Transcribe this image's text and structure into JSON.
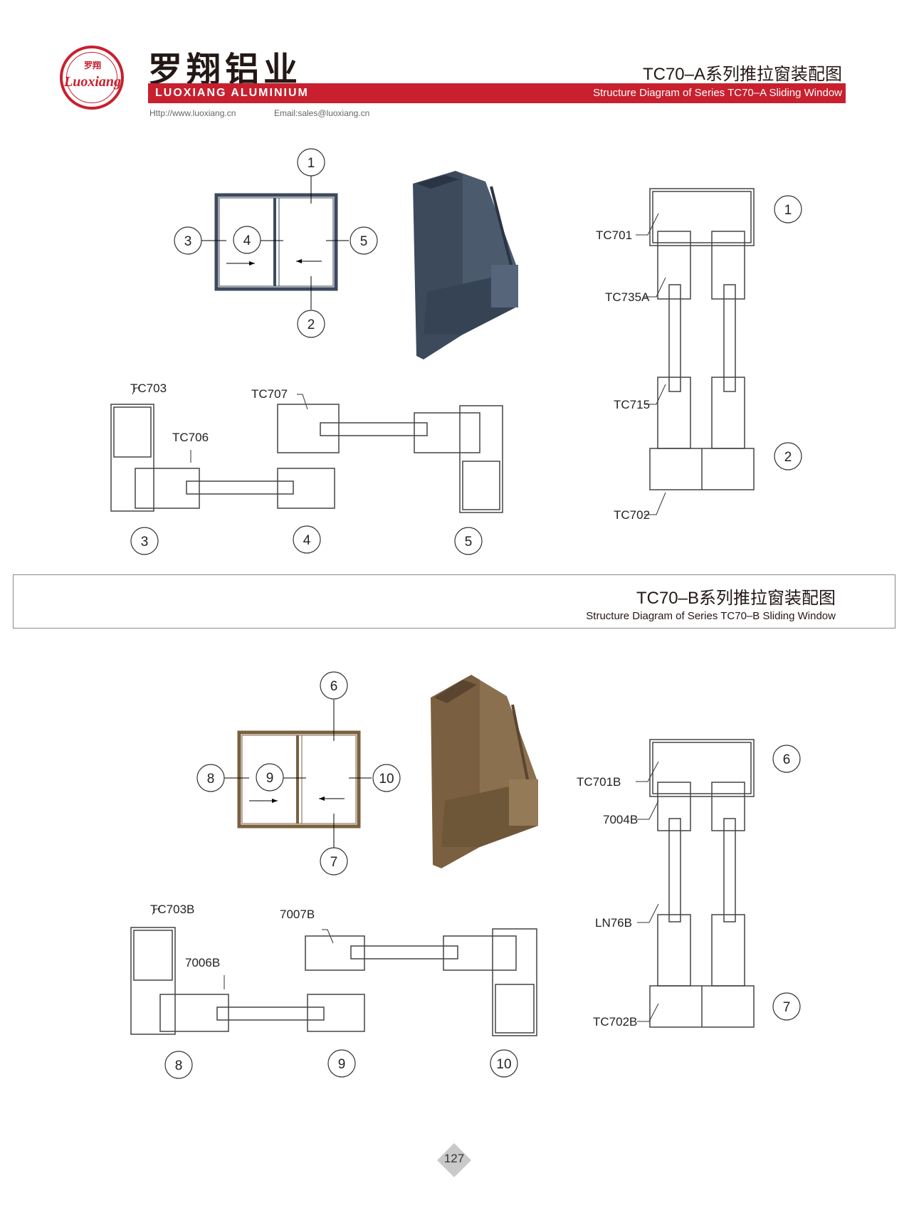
{
  "header": {
    "logo_cn": "罗翔",
    "logo_script": "Luoxiang",
    "brand_cn": "罗翔铝业",
    "brand_en": "LUOXIANG ALUMINIUM",
    "url": "Http://www.luoxiang.cn",
    "email": "Email:sales@luoxiang.cn"
  },
  "section_a": {
    "title_cn": "TC70–A系列推拉窗装配图",
    "title_en": "Structure Diagram of Series TC70–A Sliding Window",
    "profile_color": "#3d4a5c",
    "callouts": [
      "1",
      "2",
      "3",
      "4",
      "5"
    ],
    "labels": {
      "top": "TC701",
      "sash": "TC735A",
      "interlock": "TC715",
      "bottom": "TC702",
      "jamb": "TC703",
      "jamb_sash": "TC706",
      "meeting": "TC707"
    }
  },
  "section_b": {
    "title_cn": "TC70–B系列推拉窗装配图",
    "title_en": "Structure Diagram of Series TC70–B Sliding Window",
    "profile_color": "#7a6040",
    "callouts": [
      "6",
      "7",
      "8",
      "9",
      "10"
    ],
    "labels": {
      "top": "TC701B",
      "sash": "7004B",
      "interlock": "LN76B",
      "bottom": "TC702B",
      "jamb": "TC703B",
      "jamb_sash": "7006B",
      "meeting": "7007B"
    }
  },
  "page_number": "127",
  "colors": {
    "brand_red": "#c8202e"
  }
}
